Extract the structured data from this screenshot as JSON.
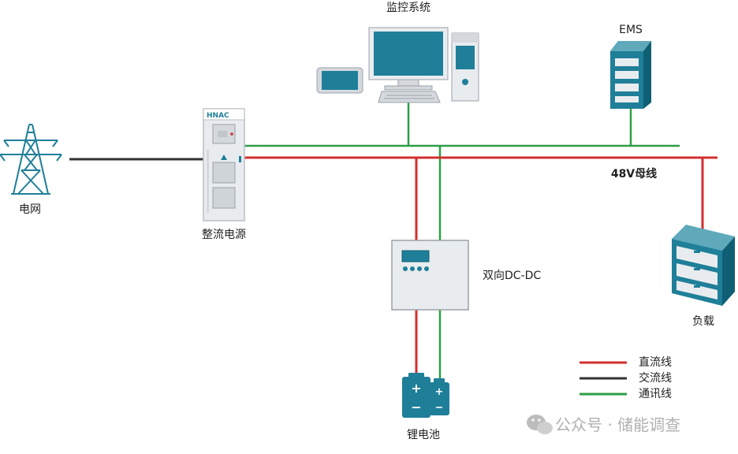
{
  "labels": {
    "grid": "电网",
    "rectifier": "整流电源",
    "monitor": "监控系统",
    "ems": "EMS",
    "bus": "48V母线",
    "dcdc": "双向DC-DC",
    "load": "负载",
    "battery": "锂电池",
    "rectifier_brand": "HNAC"
  },
  "legend": [
    {
      "label": "直流线",
      "color": "#d32f2f"
    },
    {
      "label": "交流线",
      "color": "#333333"
    },
    {
      "label": "通讯线",
      "color": "#2e9e44"
    }
  ],
  "colors": {
    "dc": "#d32f2f",
    "ac": "#333333",
    "comm": "#2e9e44",
    "device": "#1f7f99",
    "device_light": "#e9ecef"
  },
  "watermark": "公众号 · 储能调查"
}
